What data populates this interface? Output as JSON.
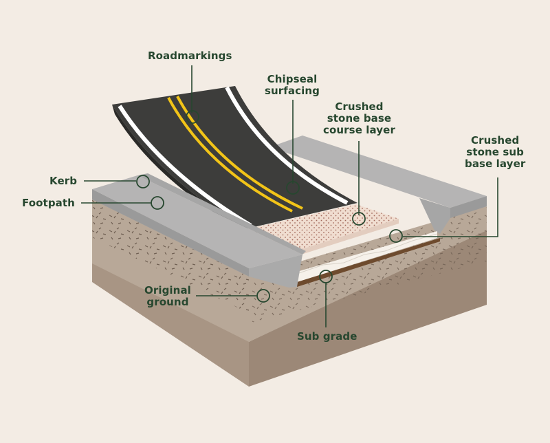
{
  "labels": {
    "roadmarkings": "Roadmarkings",
    "chipseal": "Chipseal\nsurfacing",
    "base_course": "Crushed\nstone base\ncourse layer",
    "sub_base": "Crushed\nstone sub\nbase layer",
    "kerb": "Kerb",
    "footpath": "Footpath",
    "original_ground": "Original\nground",
    "sub_grade": "Sub grade"
  },
  "colors": {
    "background": "#f3ece4",
    "soil": "#a89584",
    "soil_side": "#9c8877",
    "soil_top": "#b8a898",
    "asphalt": "#3d3d3b",
    "road_edge_line": "#ffffff",
    "center_line": "#f2c418",
    "kerb_footpath": "#b5b4b4",
    "base_course": "#f0ddd0",
    "sub_base": "#f6f1ea",
    "sub_grade": "#6e4b2e",
    "ink": "#27472f"
  }
}
